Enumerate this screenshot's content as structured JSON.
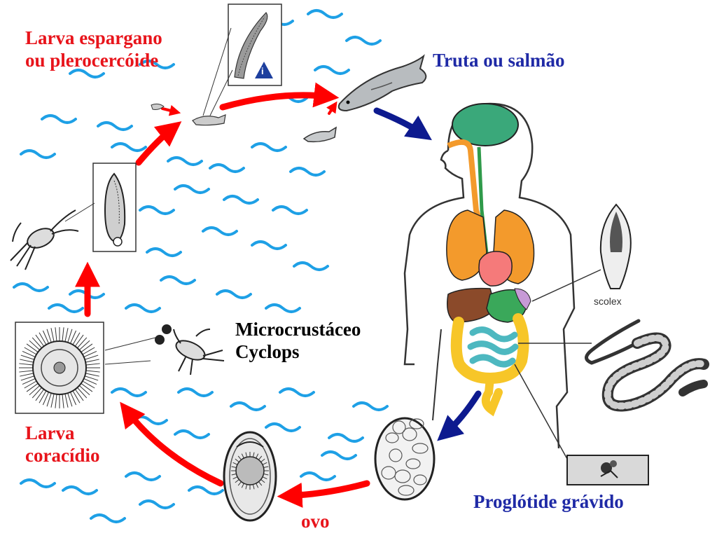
{
  "labels": {
    "plerocercoid": [
      "Larva espargano",
      "ou plerocercóide"
    ],
    "fish": "Truta ou salmão",
    "cyclops": [
      "Microcrustáceo",
      "Cyclops"
    ],
    "coracidium": [
      "Larva",
      "coracídio"
    ],
    "egg": "ovo",
    "proglottid": "Proglótide grávido",
    "scolex": "scolex",
    "info_badge": "i"
  },
  "colors": {
    "red_arrow": "#ff0000",
    "blue_arrow": "#0d1a8f",
    "water": "#1ea0e6",
    "brain": "#3aa87a",
    "lungs": "#f39a2c",
    "heart": "#f57a7a",
    "liver": "#8b4a2a",
    "stomach": "#3aa85a",
    "intestine": "#4db8c0",
    "colon": "#f7c628"
  }
}
